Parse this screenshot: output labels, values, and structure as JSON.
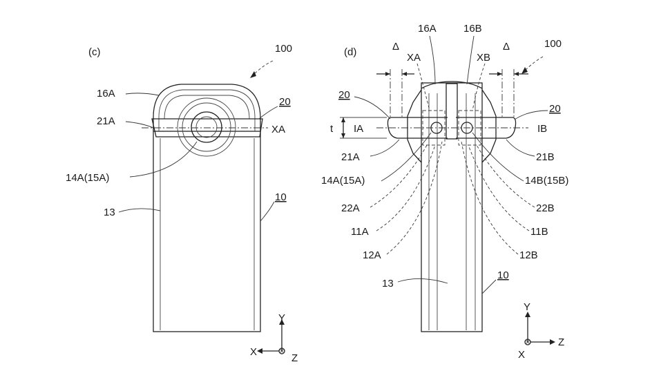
{
  "figure_c": {
    "panel_label": "(c)",
    "ref_100": "100",
    "ref_16A": "16A",
    "ref_20": "20",
    "ref_21A": "21A",
    "axis_XA": "XA",
    "ref_14A": "14A(15A)",
    "ref_13": "13",
    "ref_10": "10",
    "axes": {
      "y": "Y",
      "x": "X",
      "z": "Z"
    }
  },
  "figure_d": {
    "panel_label": "(d)",
    "ref_100": "100",
    "ref_16A": "16A",
    "ref_16B": "16B",
    "delta_left": "Δ",
    "delta_right": "Δ",
    "axis_XA": "XA",
    "axis_XB": "XB",
    "ref_20_left": "20",
    "ref_20_right": "20",
    "thickness_t": "t",
    "axis_IA": "IA",
    "axis_IB": "IB",
    "ref_21A": "21A",
    "ref_21B": "21B",
    "ref_14A": "14A(15A)",
    "ref_14B": "14B(15B)",
    "ref_22A": "22A",
    "ref_22B": "22B",
    "ref_11A": "11A",
    "ref_11B": "11B",
    "ref_12A": "12A",
    "ref_12B": "12B",
    "ref_13": "13",
    "ref_10": "10",
    "axes": {
      "y": "Y",
      "x": "X",
      "z": "Z"
    }
  }
}
